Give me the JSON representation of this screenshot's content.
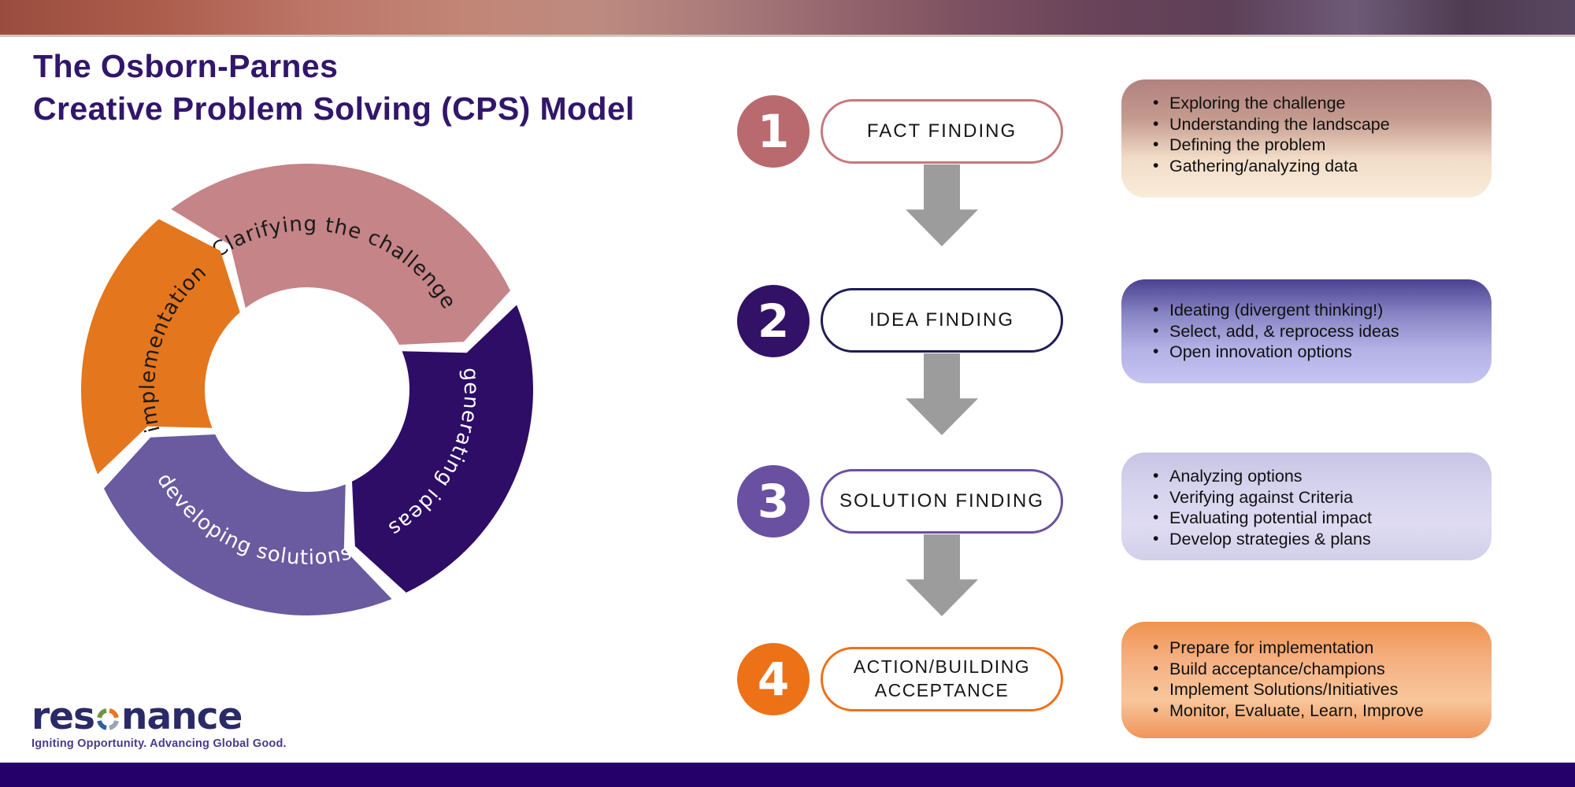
{
  "title": {
    "line1": "The Osborn-Parnes",
    "line2": "Creative Problem Solving (CPS) Model"
  },
  "ui": {
    "title_color": "#31166b",
    "arrow_color": "#9c9c9c",
    "footer_color": "#25006a",
    "banner_palette": [
      "#9a4c3e",
      "#c28677",
      "#a97a7a",
      "#684359",
      "#6d5a77",
      "#584760"
    ]
  },
  "cycle": {
    "segments": [
      {
        "label": "Clarifying the challenge",
        "color": "#c58487",
        "text_color": "#1a1a1a"
      },
      {
        "label": "generating ideas",
        "color": "#2d0d66",
        "text_color": "#ffffff"
      },
      {
        "label": "developing solutions",
        "color": "#6a5aa0",
        "text_color": "#ffffff"
      },
      {
        "label": "implementation",
        "color": "#e4761d",
        "text_color": "#1a1a1a"
      }
    ]
  },
  "steps": [
    {
      "number": "1",
      "label": "FACT FINDING",
      "circle_color": "#b96a6e",
      "pill_border": "#c4797d",
      "box_gradient": [
        "#b28181",
        "#c49a8e",
        "#f2dcc8",
        "#f9ecd9"
      ],
      "bullets": [
        "Exploring the challenge",
        "Understanding the landscape",
        "Defining the problem",
        "Gathering/analyzing data"
      ]
    },
    {
      "number": "2",
      "label": "IDEA FINDING",
      "circle_color": "#321266",
      "pill_border": "#1e1d55",
      "box_gradient": [
        "#4a4190",
        "#8784c4",
        "#b3b1e6",
        "#c6c4f1"
      ],
      "bullets": [
        "Ideating (divergent thinking!)",
        "Select, add, & reprocess ideas",
        "Open innovation options"
      ]
    },
    {
      "number": "3",
      "label": "SOLUTION FINDING",
      "circle_color": "#6a50a0",
      "pill_border": "#6a50a0",
      "box_gradient": [
        "#c8c4e5",
        "#d6d3ee",
        "#dedbf2",
        "#d2cfea"
      ],
      "bullets": [
        "Analyzing options",
        "Verifying against Criteria",
        "Evaluating potential impact",
        "Develop strategies & plans"
      ]
    },
    {
      "number": "4",
      "label": "ACTION/BUILDING ACCEPTANCE",
      "circle_color": "#ed7117",
      "pill_border": "#ed7117",
      "box_gradient": [
        "#ef9350",
        "#f5b082",
        "#f8c69b",
        "#f0955a"
      ],
      "bullets": [
        "Prepare for implementation",
        "Build acceptance/champions",
        "Implement Solutions/Initiatives",
        "Monitor, Evaluate, Learn, Improve"
      ]
    }
  ],
  "logo": {
    "brand_prefix": "res",
    "brand_suffix": "nance",
    "tagline": "Igniting Opportunity. Advancing Global Good.",
    "swirl_colors": [
      "#e87722",
      "#97a5b4",
      "#2f5f9e",
      "#6f9442"
    ]
  }
}
